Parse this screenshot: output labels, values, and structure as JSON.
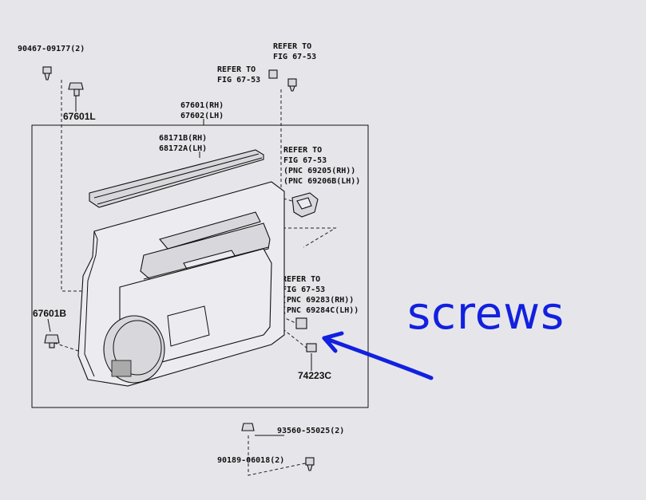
{
  "labels": {
    "p1": "90467-09177(2)",
    "p2": "67601L",
    "p3": "67601(RH)",
    "p4": "67602(LH)",
    "p5": "68171B(RH)",
    "p6": "68172A(LH)",
    "p7": "67601B",
    "p8": "74223C",
    "p9": "93560-55025(2)",
    "p10": "90189-06018(2)"
  },
  "refs": {
    "r1a": "REFER TO",
    "r1b": "FIG 67-53",
    "r2a": "REFER TO",
    "r2b": "FIG 67-53",
    "r3a": "REFER TO",
    "r3b": "FIG 67-53",
    "r3c": "(PNC 69205(RH))",
    "r3d": "(PNC 69206B(LH))",
    "r4a": "REFER TO",
    "r4b": "FIG 67-53",
    "r4c": "(PNC 69283(RH))",
    "r4d": "(PNC 69284C(LH))"
  },
  "annotation": {
    "text": "screws",
    "color": "#1220e0"
  }
}
